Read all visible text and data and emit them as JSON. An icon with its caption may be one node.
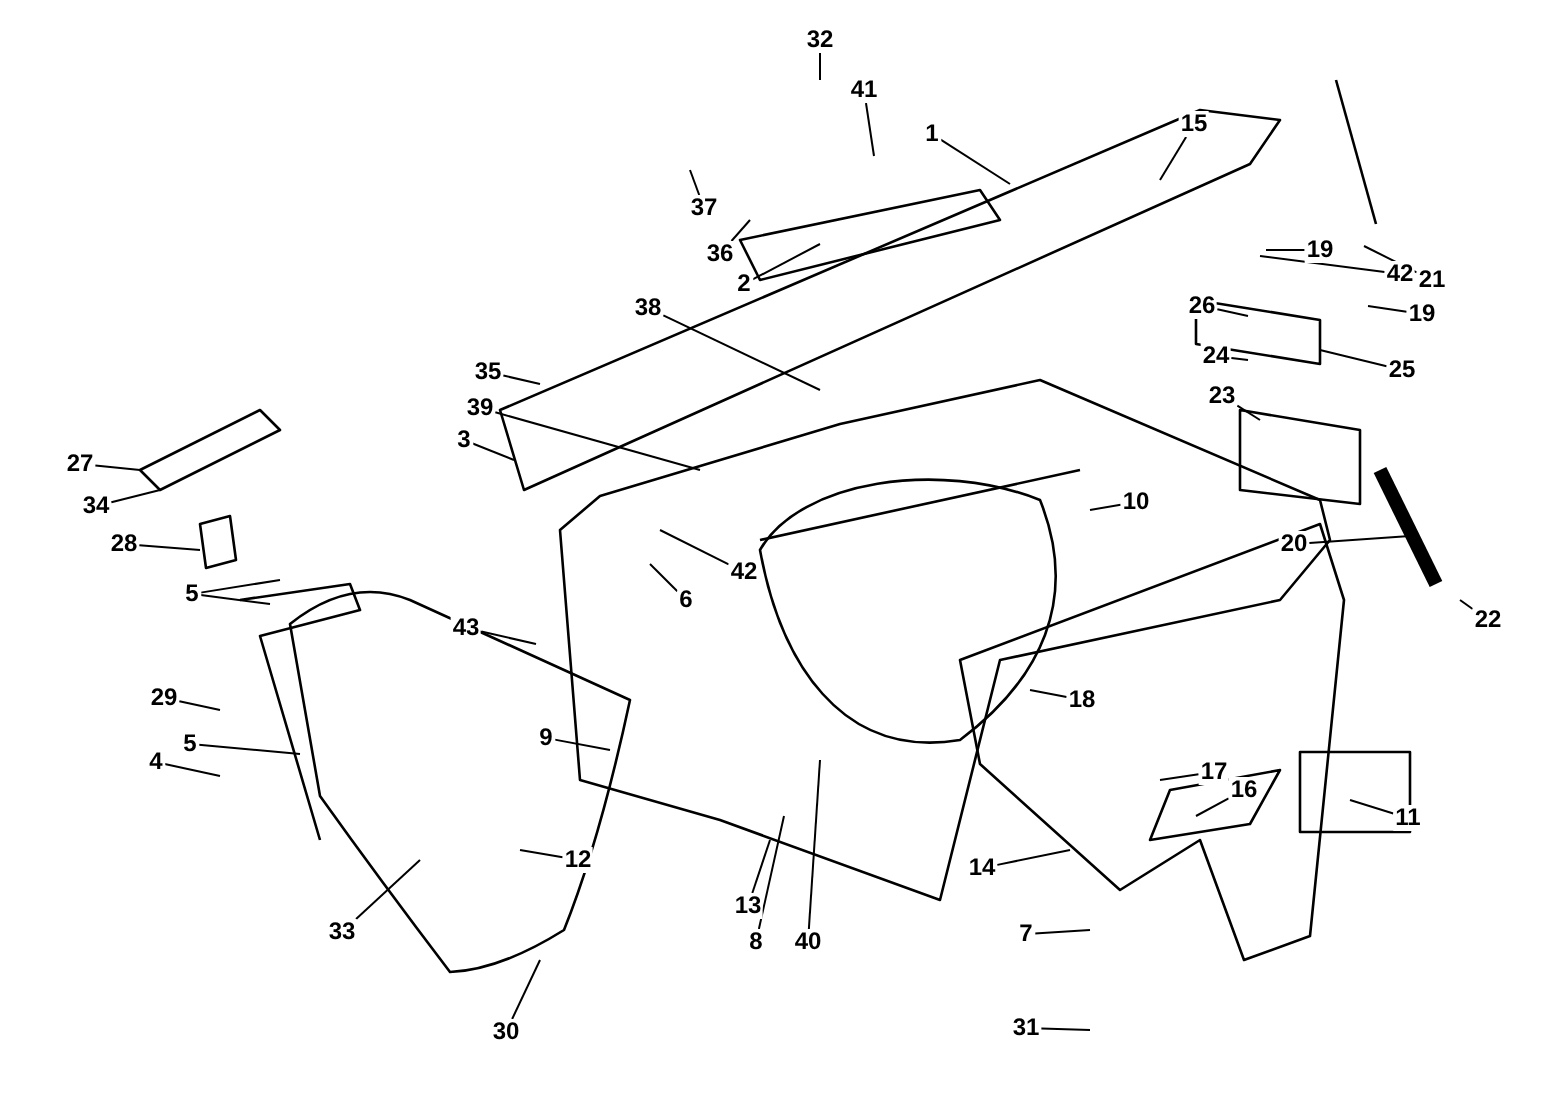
{
  "diagram": {
    "nodes": [
      {
        "text": [
          "32"
        ]
      },
      {
        "text": [
          "41"
        ]
      },
      {
        "text": [
          "1"
        ]
      },
      {
        "text": [
          "15"
        ]
      },
      {
        "text": [
          "37"
        ]
      },
      {
        "text": [
          "36"
        ]
      },
      {
        "text": [
          "2"
        ]
      },
      {
        "text": [
          "21"
        ]
      },
      {
        "text": [
          "19"
        ]
      },
      {
        "text": [
          "42"
        ]
      },
      {
        "text": [
          "19"
        ]
      },
      {
        "text": [
          "26"
        ]
      },
      {
        "text": [
          "38"
        ]
      },
      {
        "text": [
          "24"
        ]
      },
      {
        "text": [
          "25"
        ]
      },
      {
        "text": [
          "35"
        ]
      },
      {
        "text": [
          "23"
        ]
      },
      {
        "text": [
          "39"
        ]
      },
      {
        "text": [
          "3"
        ]
      },
      {
        "text": [
          "27"
        ]
      },
      {
        "text": [
          "10"
        ]
      },
      {
        "text": [
          "34"
        ]
      },
      {
        "text": [
          "20"
        ]
      },
      {
        "text": [
          "28"
        ]
      },
      {
        "text": [
          "42"
        ]
      },
      {
        "text": [
          "5"
        ]
      },
      {
        "text": [
          "6"
        ]
      },
      {
        "text": [
          "22"
        ]
      },
      {
        "text": [
          "43"
        ]
      },
      {
        "text": [
          "29"
        ]
      },
      {
        "text": [
          "18"
        ]
      },
      {
        "text": [
          "9"
        ]
      },
      {
        "text": [
          "5"
        ]
      },
      {
        "text": [
          "4"
        ]
      },
      {
        "text": [
          "17"
        ]
      },
      {
        "text": [
          "16"
        ]
      },
      {
        "text": [
          "11"
        ]
      },
      {
        "text": [
          "12"
        ]
      },
      {
        "text": [
          "14"
        ]
      },
      {
        "text": [
          "13"
        ]
      },
      {
        "text": [
          "7"
        ]
      },
      {
        "text": [
          "33"
        ]
      },
      {
        "text": [
          "8"
        ]
      },
      {
        "text": [
          "40"
        ]
      },
      {
        "text": [
          "31"
        ]
      },
      {
        "text": [
          "30"
        ]
      }
    ],
    "edges": [
      {
        "from": 0,
        "to": null,
        "arrow": "none"
      },
      {
        "from": 1,
        "to": null,
        "arrow": "none"
      },
      {
        "from": 2,
        "to": null,
        "arrow": "none"
      },
      {
        "from": 3,
        "to": null,
        "arrow": "none"
      },
      {
        "from": 4,
        "to": null,
        "arrow": "none"
      },
      {
        "from": 5,
        "to": null,
        "arrow": "none"
      },
      {
        "from": 6,
        "to": null,
        "arrow": "none"
      },
      {
        "from": 7,
        "to": null,
        "arrow": "none"
      },
      {
        "from": 8,
        "to": null,
        "arrow": "none"
      },
      {
        "from": 9,
        "to": null,
        "arrow": "none"
      },
      {
        "from": 10,
        "to": null,
        "arrow": "none"
      },
      {
        "from": 11,
        "to": null,
        "arrow": "none"
      },
      {
        "from": 12,
        "to": null,
        "arrow": "none"
      },
      {
        "from": 13,
        "to": null,
        "arrow": "none"
      },
      {
        "from": 14,
        "to": null,
        "arrow": "none"
      },
      {
        "from": 15,
        "to": null,
        "arrow": "none"
      },
      {
        "from": 16,
        "to": null,
        "arrow": "none"
      },
      {
        "from": 17,
        "to": null,
        "arrow": "none"
      },
      {
        "from": 18,
        "to": null,
        "arrow": "none"
      },
      {
        "from": 19,
        "to": null,
        "arrow": "none"
      },
      {
        "from": 20,
        "to": null,
        "arrow": "none"
      },
      {
        "from": 21,
        "to": null,
        "arrow": "none"
      },
      {
        "from": 22,
        "to": null,
        "arrow": "none"
      },
      {
        "from": 23,
        "to": null,
        "arrow": "none"
      },
      {
        "from": 24,
        "to": null,
        "arrow": "none"
      },
      {
        "from": 25,
        "to": null,
        "arrow": "none"
      },
      {
        "from": 25,
        "to": null,
        "arrow": "none"
      },
      {
        "from": 26,
        "to": null,
        "arrow": "none"
      },
      {
        "from": 27,
        "to": null,
        "arrow": "none"
      },
      {
        "from": 28,
        "to": null,
        "arrow": "none"
      },
      {
        "from": 29,
        "to": null,
        "arrow": "none"
      },
      {
        "from": 30,
        "to": null,
        "arrow": "none"
      },
      {
        "from": 31,
        "to": null,
        "arrow": "none"
      },
      {
        "from": 32,
        "to": null,
        "arrow": "none"
      },
      {
        "from": 33,
        "to": null,
        "arrow": "none"
      },
      {
        "from": 34,
        "to": null,
        "arrow": "none"
      },
      {
        "from": 35,
        "to": null,
        "arrow": "none"
      },
      {
        "from": 36,
        "to": null,
        "arrow": "none"
      },
      {
        "from": 37,
        "to": null,
        "arrow": "none"
      },
      {
        "from": 38,
        "to": null,
        "arrow": "none"
      },
      {
        "from": 39,
        "to": null,
        "arrow": "none"
      },
      {
        "from": 40,
        "to": null,
        "arrow": "none"
      },
      {
        "from": 41,
        "to": null,
        "arrow": "none"
      },
      {
        "from": 42,
        "to": null,
        "arrow": "none"
      },
      {
        "from": 43,
        "to": null,
        "arrow": "none"
      },
      {
        "from": 44,
        "to": null,
        "arrow": "none"
      },
      {
        "from": 45,
        "to": null,
        "arrow": "none"
      }
    ]
  }
}
